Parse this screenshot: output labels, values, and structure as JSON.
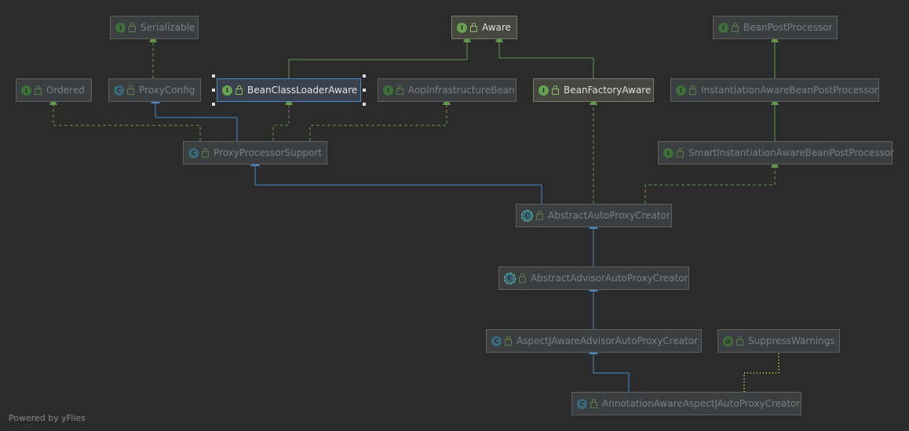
{
  "colors": {
    "background": "#2b2b2b",
    "implements_edge": "#62974c",
    "extends_edge": "#4a88c7",
    "annotation_edge": "#c3c341",
    "selection": "#4a88c7"
  },
  "nodes": {
    "serializable": {
      "label": "Serializable",
      "kind": "interface",
      "icon": "interface-icon"
    },
    "aware": {
      "label": "Aware",
      "kind": "interface",
      "icon": "interface-icon"
    },
    "bpp": {
      "label": "BeanPostProcessor",
      "kind": "interface",
      "icon": "interface-icon"
    },
    "ordered": {
      "label": "Ordered",
      "kind": "interface",
      "icon": "interface-icon"
    },
    "proxyconfig": {
      "label": "ProxyConfig",
      "kind": "class",
      "icon": "class-icon"
    },
    "bcla": {
      "label": "BeanClassLoaderAware",
      "kind": "interface",
      "icon": "interface-icon",
      "selected": true
    },
    "aib": {
      "label": "AopInfrastructureBean",
      "kind": "interface",
      "icon": "interface-icon"
    },
    "bfa": {
      "label": "BeanFactoryAware",
      "kind": "interface",
      "icon": "interface-icon"
    },
    "iabpp": {
      "label": "InstantiationAwareBeanPostProcessor",
      "kind": "interface",
      "icon": "interface-icon"
    },
    "pps": {
      "label": "ProxyProcessorSupport",
      "kind": "class",
      "icon": "class-icon"
    },
    "siabpp": {
      "label": "SmartInstantiationAwareBeanPostProcessor",
      "kind": "interface",
      "icon": "interface-icon"
    },
    "aapc": {
      "label": "AbstractAutoProxyCreator",
      "kind": "abstract",
      "icon": "abstract-class-icon"
    },
    "aaapc": {
      "label": "AbstractAdvisorAutoProxyCreator",
      "kind": "abstract",
      "icon": "abstract-class-icon"
    },
    "ajaapc": {
      "label": "AspectJAwareAdvisorAutoProxyCreator",
      "kind": "class",
      "icon": "class-icon"
    },
    "sw": {
      "label": "SuppressWarnings",
      "kind": "annotation",
      "icon": "annotation-icon"
    },
    "aaajapc": {
      "label": "AnnotationAwareAspectJAutoProxyCreator",
      "kind": "class",
      "icon": "class-icon"
    }
  },
  "footer": {
    "text": "Powered by yFiles"
  }
}
